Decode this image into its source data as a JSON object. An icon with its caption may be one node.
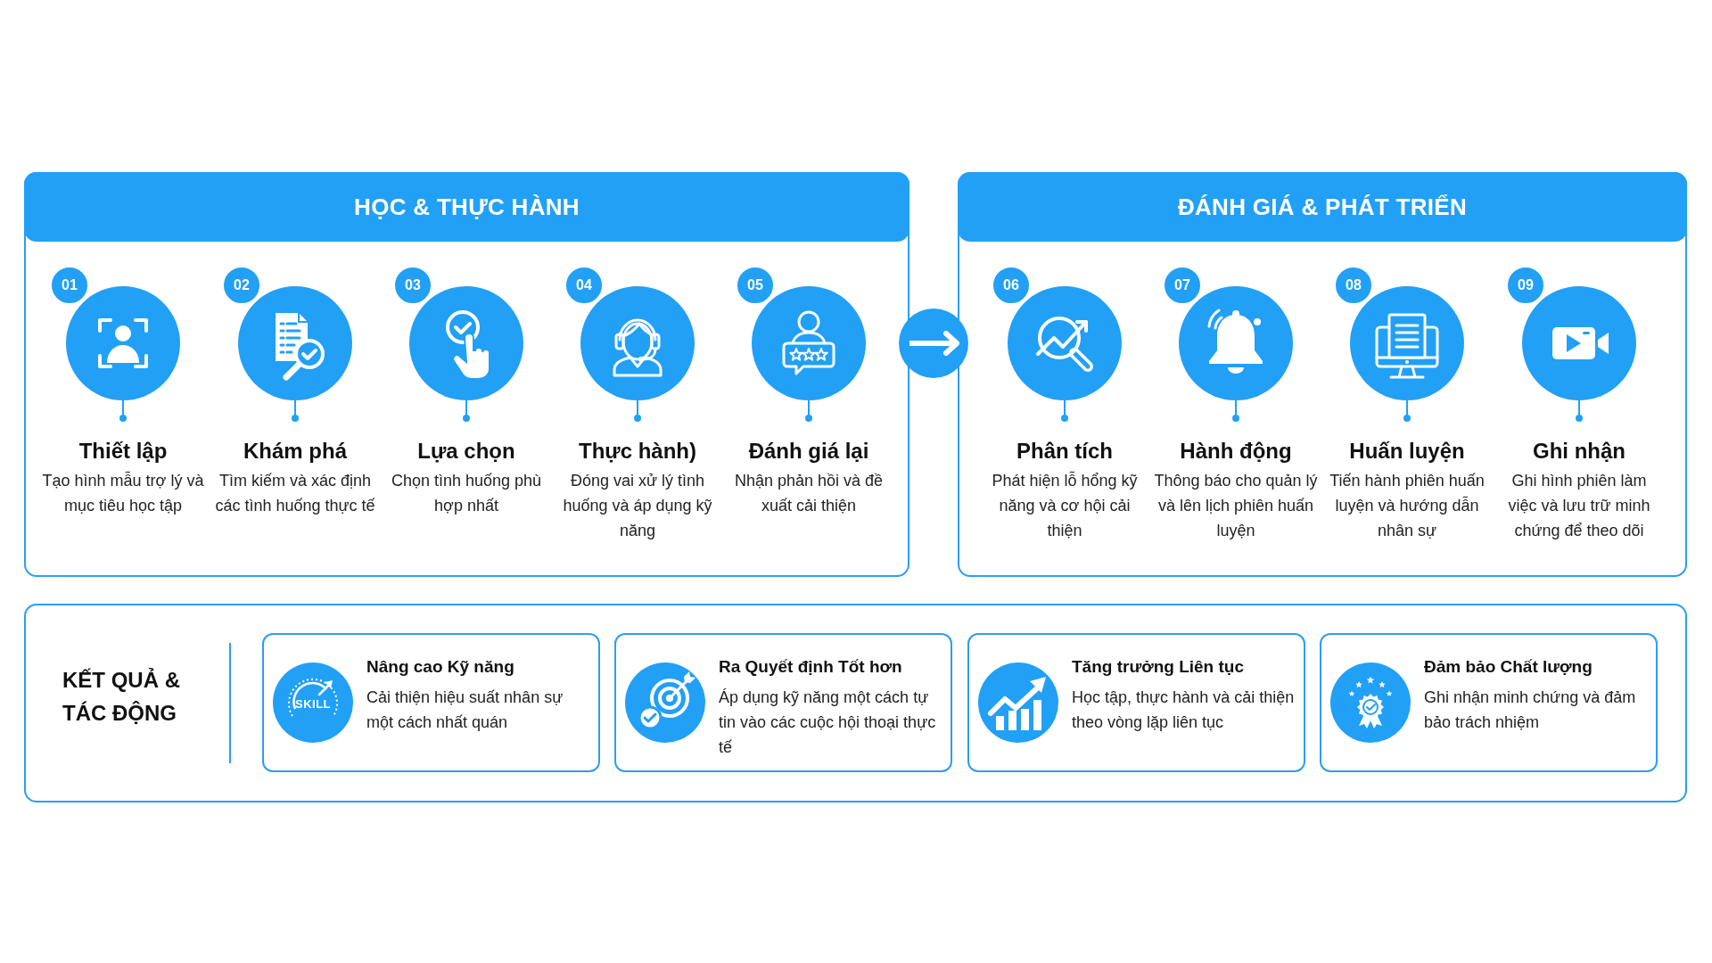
{
  "diagram": {
    "nodes": [
      {
        "text": [
          "HỌC & THỰC HÀNH"
        ]
      },
      {
        "text": [
          "01",
          "Thiết lập",
          "Tạo hình mẫu trợ lý và mục tiêu học tập"
        ],
        "in": 0
      },
      {
        "text": [
          "02",
          "Khám phá",
          "Tìm kiếm và xác định các tình huống thực tế"
        ],
        "in": 0
      },
      {
        "text": [
          "03",
          "Lựa chọn",
          "Chọn tình huống phù hợp nhất"
        ],
        "in": 0
      },
      {
        "text": [
          "04",
          "Thực hành)",
          "Đóng vai xử lý tình huống và áp dụng kỹ năng"
        ],
        "in": 0
      },
      {
        "text": [
          "05",
          "Đánh giá lại",
          "Nhận phản hồi và đề xuất cải thiện"
        ],
        "in": 0
      },
      {
        "text": [
          "ĐÁNH GIÁ & PHÁT TRIỂN"
        ]
      },
      {
        "text": [
          "06",
          "Phân tích",
          "Phát hiện lỗ hổng kỹ năng và cơ hội cải thiện"
        ],
        "in": 6
      },
      {
        "text": [
          "07",
          "Hành động",
          "Thông báo cho quản lý và lên lịch phiên huấn luyện"
        ],
        "in": 6
      },
      {
        "text": [
          "08",
          "Huấn luyện",
          "Tiến hành phiên huấn luyện và hướng dẫn nhân sự"
        ],
        "in": 6
      },
      {
        "text": [
          "09",
          "Ghi nhận",
          "Ghi hình phiên làm việc và lưu trữ minh chứng để theo dõi"
        ],
        "in": 6
      },
      {
        "text": [
          "KẾT QUẢ & TÁC ĐỘNG"
        ]
      },
      {
        "text": [
          "Nâng cao Kỹ năng",
          "Cải thiện hiệu suất nhân sự một cách nhất quán"
        ],
        "in": 11
      },
      {
        "text": [
          "Ra Quyết định Tốt hơn",
          "Áp dụng kỹ năng một cách tự tin vào các cuộc hội thoại thực tế"
        ],
        "in": 11
      },
      {
        "text": [
          "Tăng trưởng Liên tục",
          "Học tập, thực hành và cải thiện theo vòng lặp liên tục"
        ],
        "in": 11
      },
      {
        "text": [
          "Đảm bảo Chất lượng",
          "Ghi nhận minh chứng và đảm bảo trách nhiệm"
        ],
        "in": 11
      }
    ],
    "edges": [
      {
        "from": 0,
        "to": 6,
        "arrow": "to"
      }
    ],
    "labels": [
      "SKILL"
    ]
  }
}
